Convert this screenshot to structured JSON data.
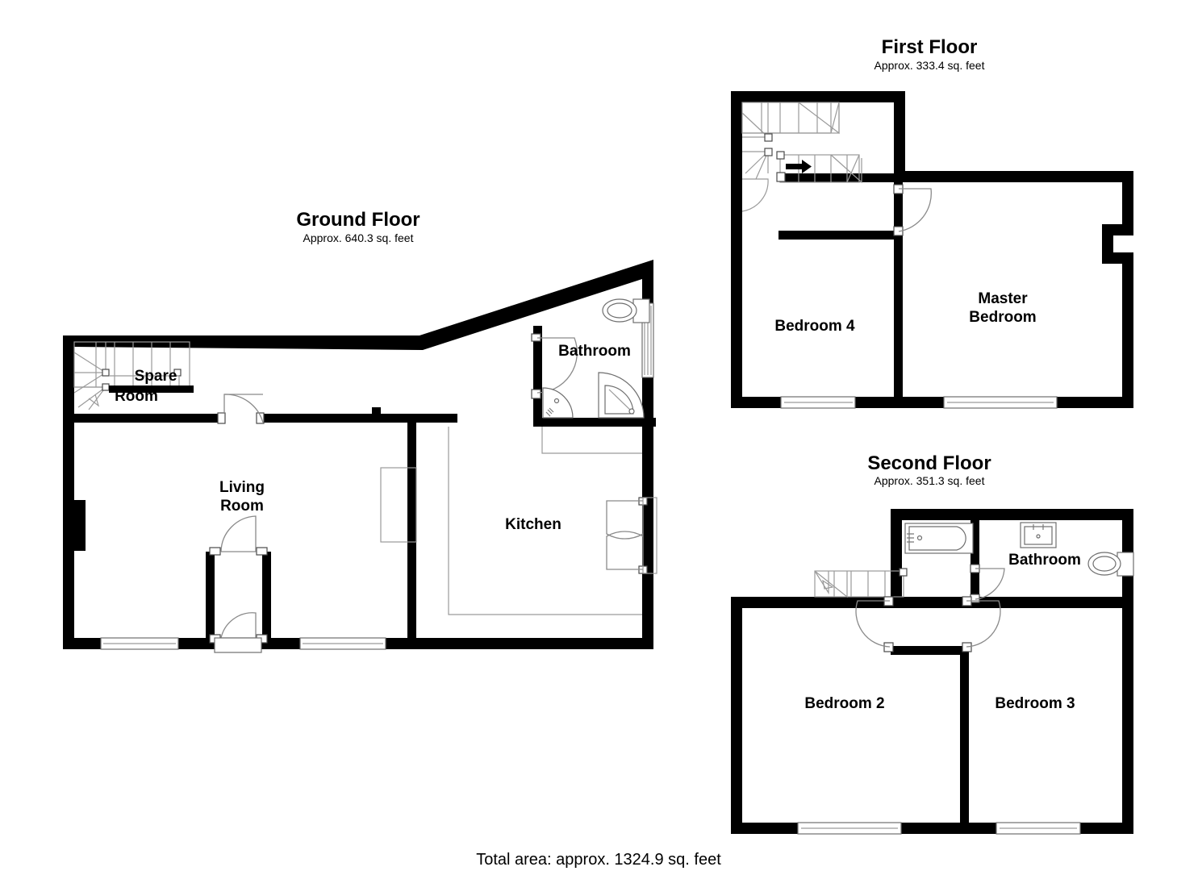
{
  "document": {
    "type": "floor-plan",
    "total_area_label": "Total area: approx. 1324.9 sq. feet"
  },
  "floors": [
    {
      "id": "ground",
      "title": "Ground Floor",
      "area_label": "Approx. 640.3 sq. feet",
      "rooms": [
        {
          "id": "spare-room",
          "label_line1": "Spare",
          "label_line2": "Room"
        },
        {
          "id": "living-room",
          "label_line1": "Living",
          "label_line2": "Room"
        },
        {
          "id": "kitchen",
          "label_line1": "Kitchen",
          "label_line2": ""
        },
        {
          "id": "bathroom",
          "label_line1": "Bathroom",
          "label_line2": ""
        }
      ],
      "features": [
        "staircase",
        "windows",
        "doors",
        "toilet",
        "shower",
        "basin",
        "french-doors",
        "kitchen-counters",
        "chimney-recess"
      ]
    },
    {
      "id": "first",
      "title": "First Floor",
      "area_label": "Approx. 333.4 sq. feet",
      "rooms": [
        {
          "id": "bedroom-4",
          "label_line1": "Bedroom 4",
          "label_line2": ""
        },
        {
          "id": "master-bedroom",
          "label_line1": "Master",
          "label_line2": "Bedroom"
        }
      ],
      "features": [
        "staircase",
        "up-arrow",
        "windows",
        "doors"
      ]
    },
    {
      "id": "second",
      "title": "Second Floor",
      "area_label": "Approx. 351.3 sq. feet",
      "rooms": [
        {
          "id": "bedroom-2",
          "label_line1": "Bedroom 2",
          "label_line2": ""
        },
        {
          "id": "bedroom-3",
          "label_line1": "Bedroom 3",
          "label_line2": ""
        },
        {
          "id": "bathroom-2",
          "label_line1": "Bathroom",
          "label_line2": ""
        }
      ],
      "features": [
        "staircase",
        "windows",
        "doors",
        "bath-tub",
        "sink",
        "toilet"
      ]
    }
  ],
  "colors": {
    "wall": "#000000",
    "background": "#ffffff",
    "fixture_stroke": "#6e6e6e",
    "door_stroke": "#8a8a8a"
  }
}
